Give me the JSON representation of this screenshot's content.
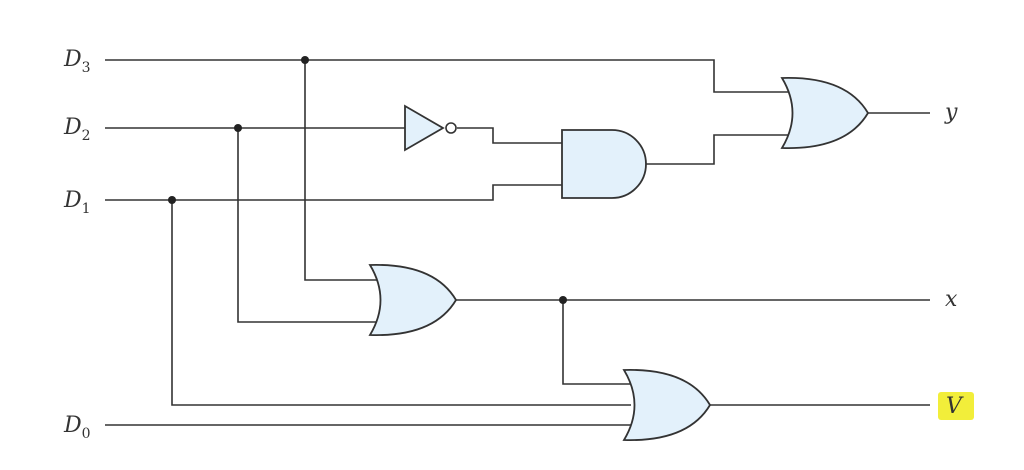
{
  "inputs": {
    "d3": {
      "letter": "D",
      "sub": "3"
    },
    "d2": {
      "letter": "D",
      "sub": "2"
    },
    "d1": {
      "letter": "D",
      "sub": "1"
    },
    "d0": {
      "letter": "D",
      "sub": "0"
    }
  },
  "outputs": {
    "y": "y",
    "x": "x",
    "v": "V"
  },
  "colors": {
    "gate_fill": "#e3f1fb",
    "line": "#333333",
    "highlight": "#f2ee3a"
  }
}
